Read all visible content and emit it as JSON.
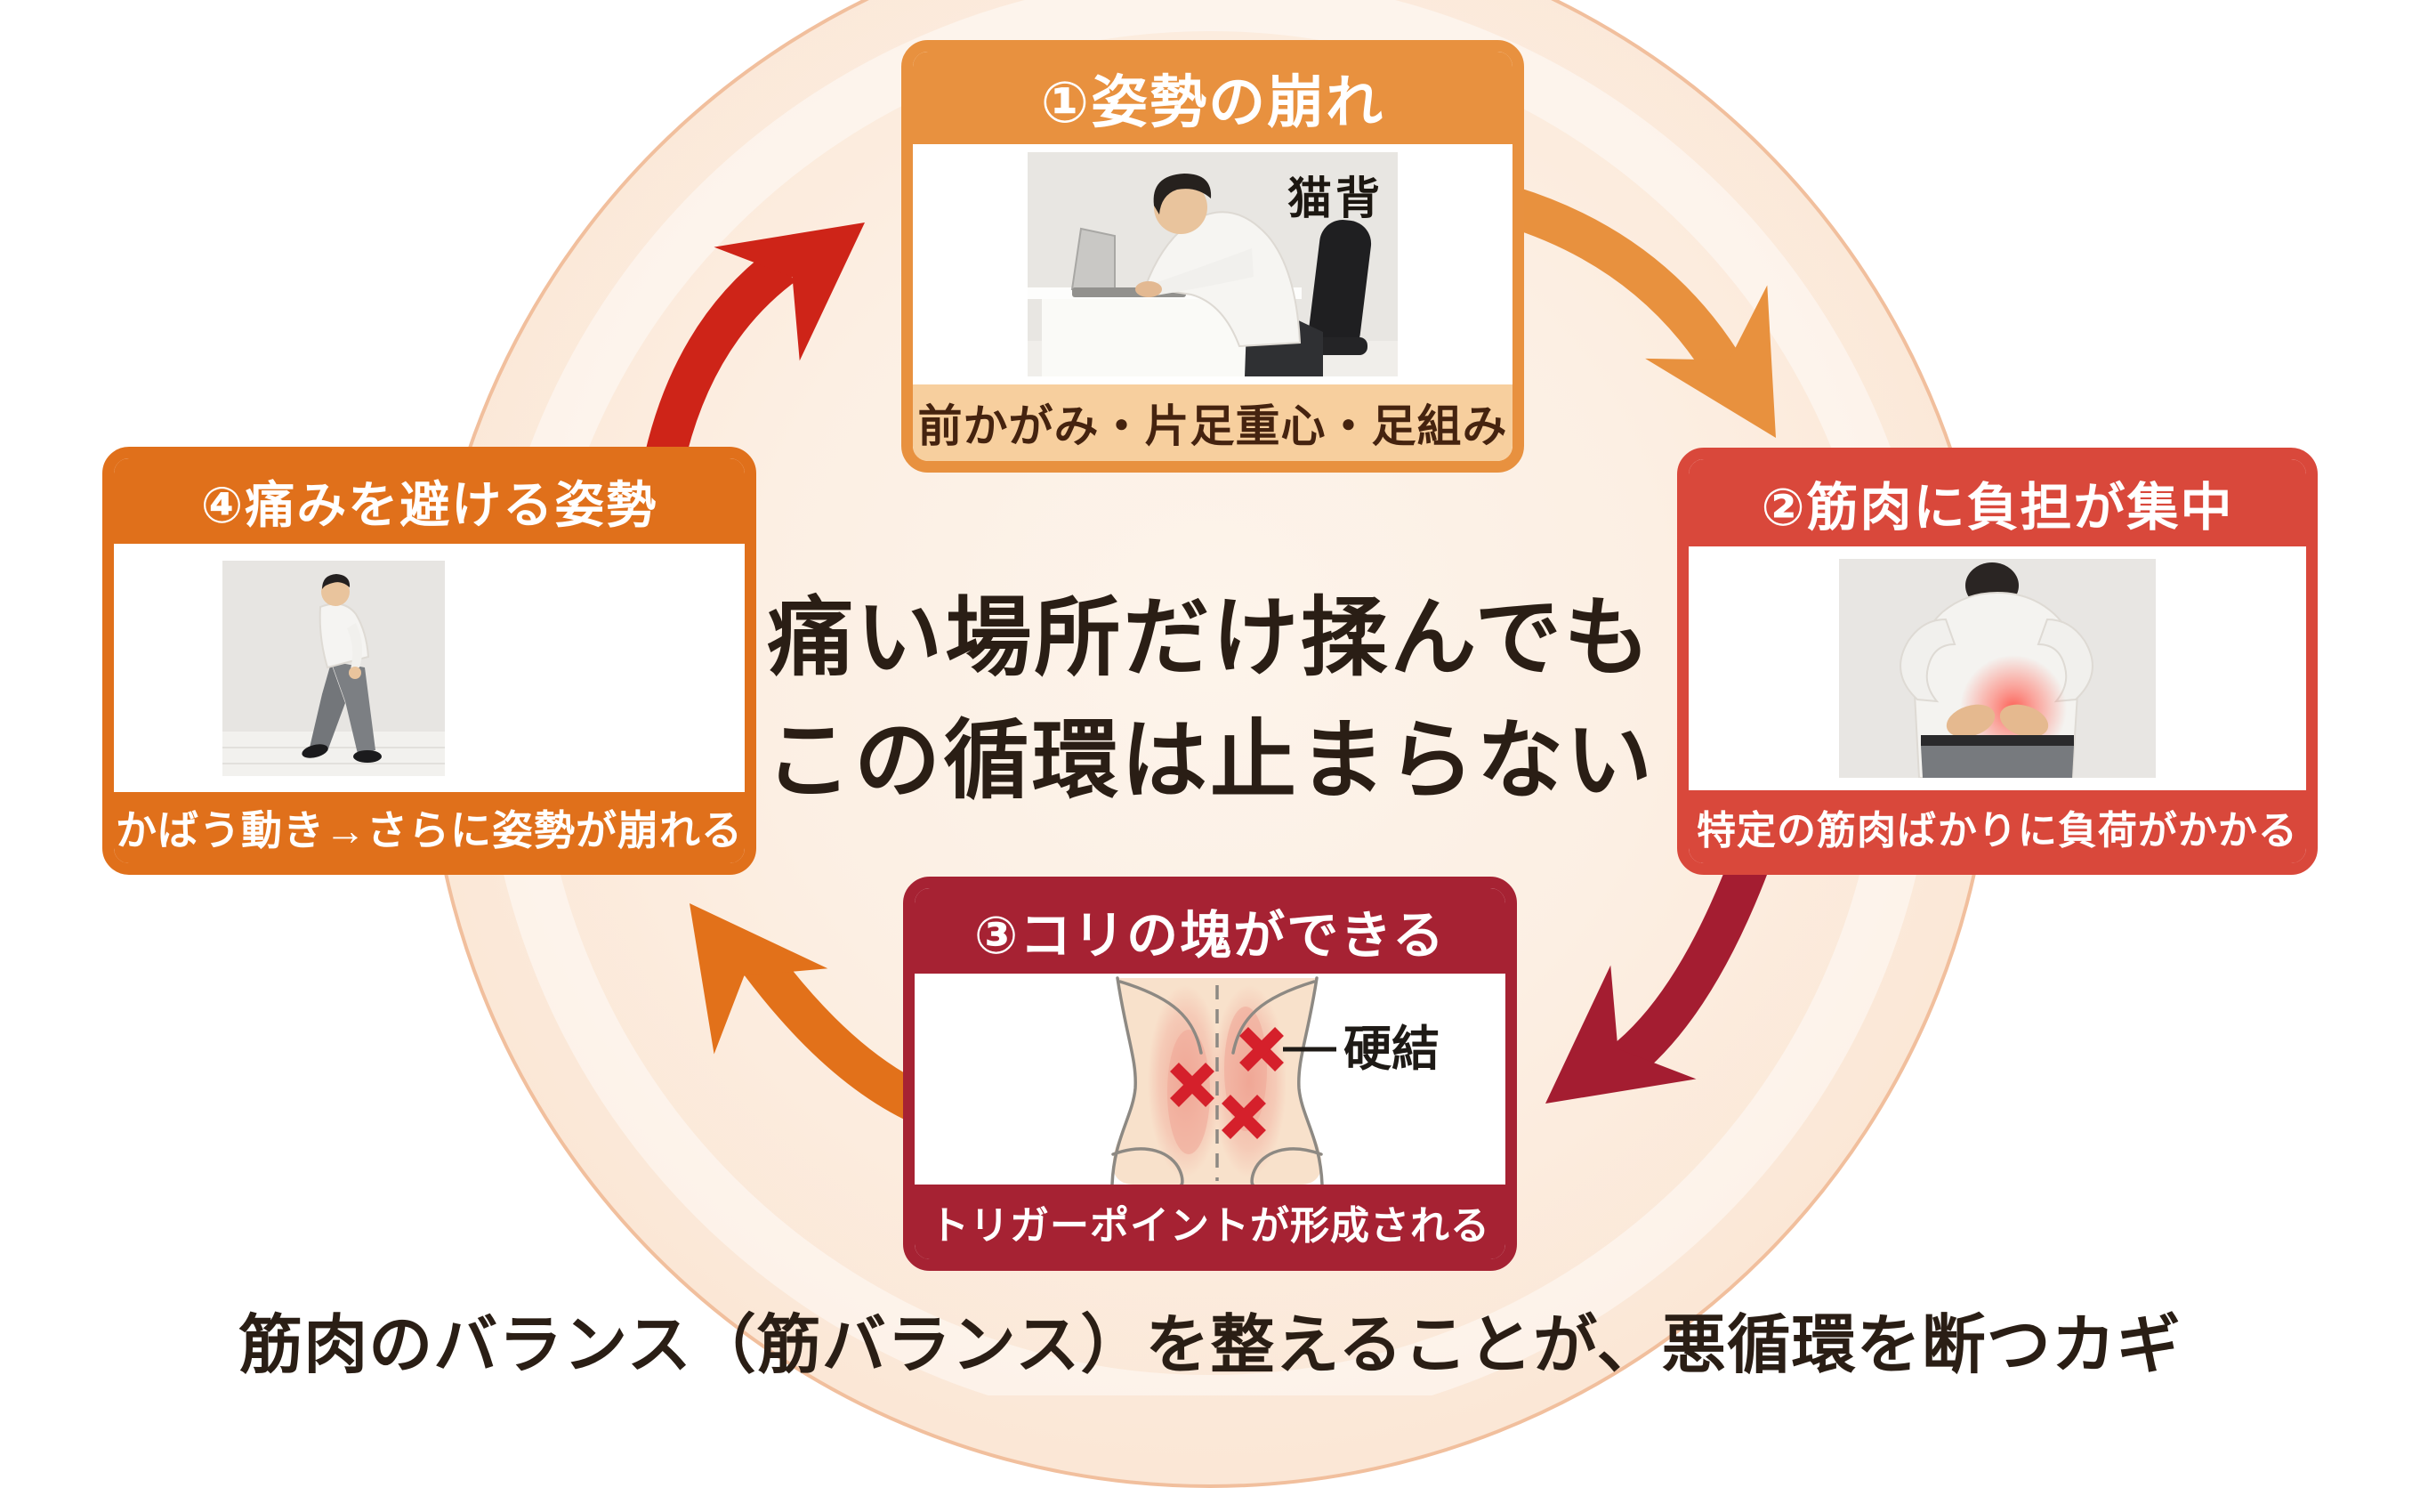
{
  "page": {
    "background_color": "#FFFFFF",
    "circle_fill": "#FBE8D9",
    "circle_rim": "#F1BF9D",
    "text_color": "#2A1E15"
  },
  "center": {
    "line1": "痛い場所だけ揉んでも",
    "line2": "この循環は止まらない"
  },
  "footer": {
    "text": "筋肉のバランス（筋バランス）を整えることが、悪循環を断つカギ"
  },
  "boxes": [
    {
      "title": "①姿勢の崩れ",
      "accent": "#E8913F",
      "caption": "前かがみ・片足重心・足組み",
      "caption_bg": "#F7CF9E",
      "caption_text_color": "#45230F",
      "photo_label": "猫背",
      "photo": "man-hunched-over-laptop-photo"
    },
    {
      "title": "②筋肉に負担が集中",
      "accent": "#D9483B",
      "caption": "特定の筋肉ばかりに負荷がかかる",
      "photo": "man-holding-painful-lower-back-photo"
    },
    {
      "title": "③コリの塊ができる",
      "accent": "#A62233",
      "caption": "トリガーポイントが形成される",
      "diagram_label": "硬結",
      "photo": "lower-back-trigger-point-illustration"
    },
    {
      "title": "④痛みを避ける姿勢",
      "accent": "#E0701B",
      "caption": "かばう動き→さらに姿勢が崩れる",
      "photo": "man-walking-leaning-forward-photo"
    }
  ],
  "arrows": [
    {
      "name": "arrow-step4-to-step1",
      "color": "#CE2418"
    },
    {
      "name": "arrow-step1-to-step2",
      "color": "#E8913E"
    },
    {
      "name": "arrow-step2-to-step3",
      "color": "#A41D31"
    },
    {
      "name": "arrow-step3-to-step4",
      "color": "#E2711A"
    }
  ]
}
